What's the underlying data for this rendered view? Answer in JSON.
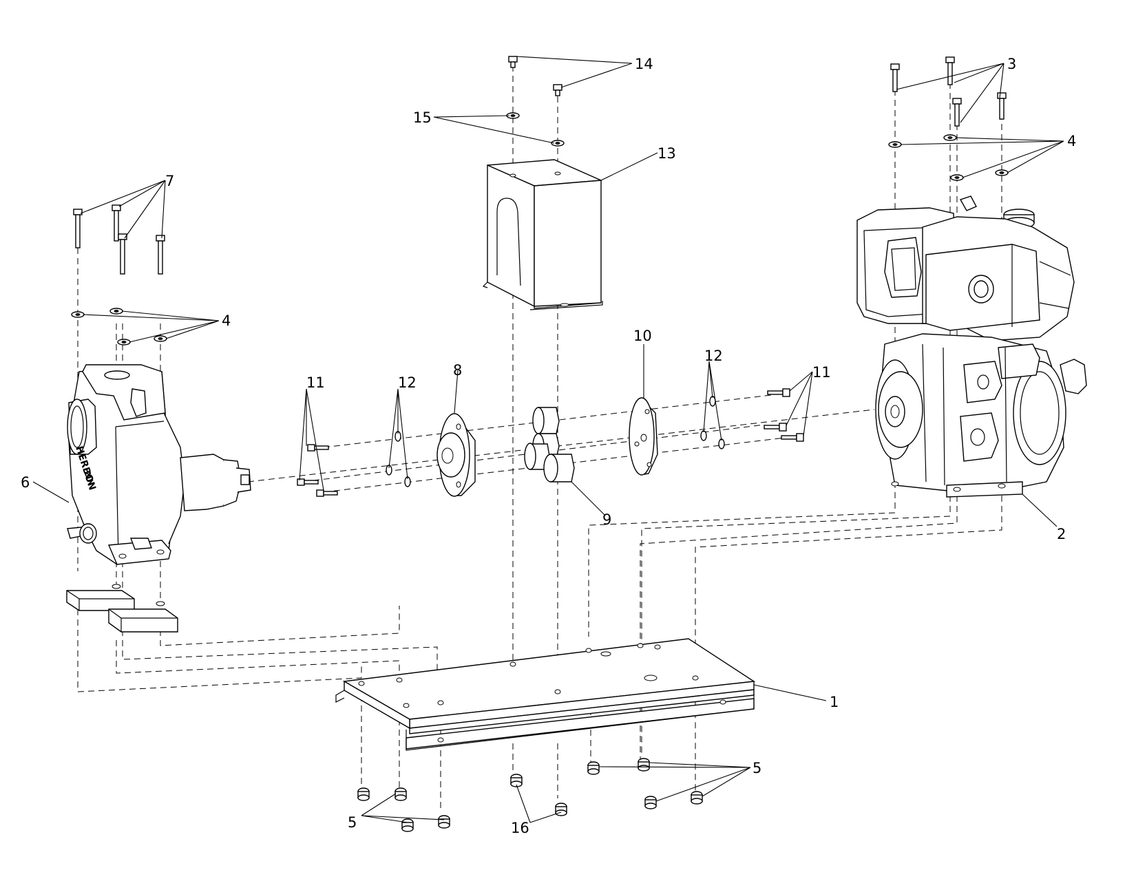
{
  "callouts": [
    "1",
    "2",
    "3",
    "4",
    "4",
    "5",
    "5",
    "5",
    "6",
    "7",
    "8",
    "9",
    "10",
    "11",
    "11",
    "12",
    "12",
    "13",
    "14",
    "15",
    "16"
  ],
  "pump_casting_text": [
    "HERBON",
    "2IN"
  ]
}
